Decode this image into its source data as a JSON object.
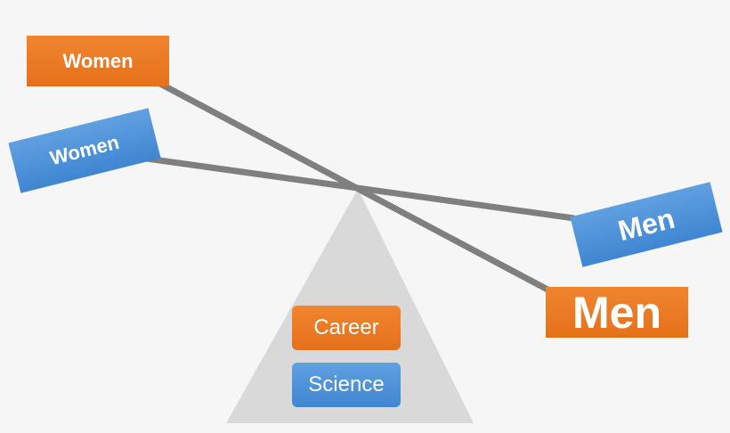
{
  "labels": {
    "women_top": "Women",
    "women_side": "Women",
    "men_side": "Men",
    "men_bottom": "Men"
  },
  "legend": {
    "career": "Career",
    "science": "Science"
  },
  "colors": {
    "career": "#ed7d31",
    "science": "#4a90d9",
    "beam": "#7f7f7f",
    "fulcrum": "#d9d9d9",
    "background": "#f6f6f6"
  }
}
